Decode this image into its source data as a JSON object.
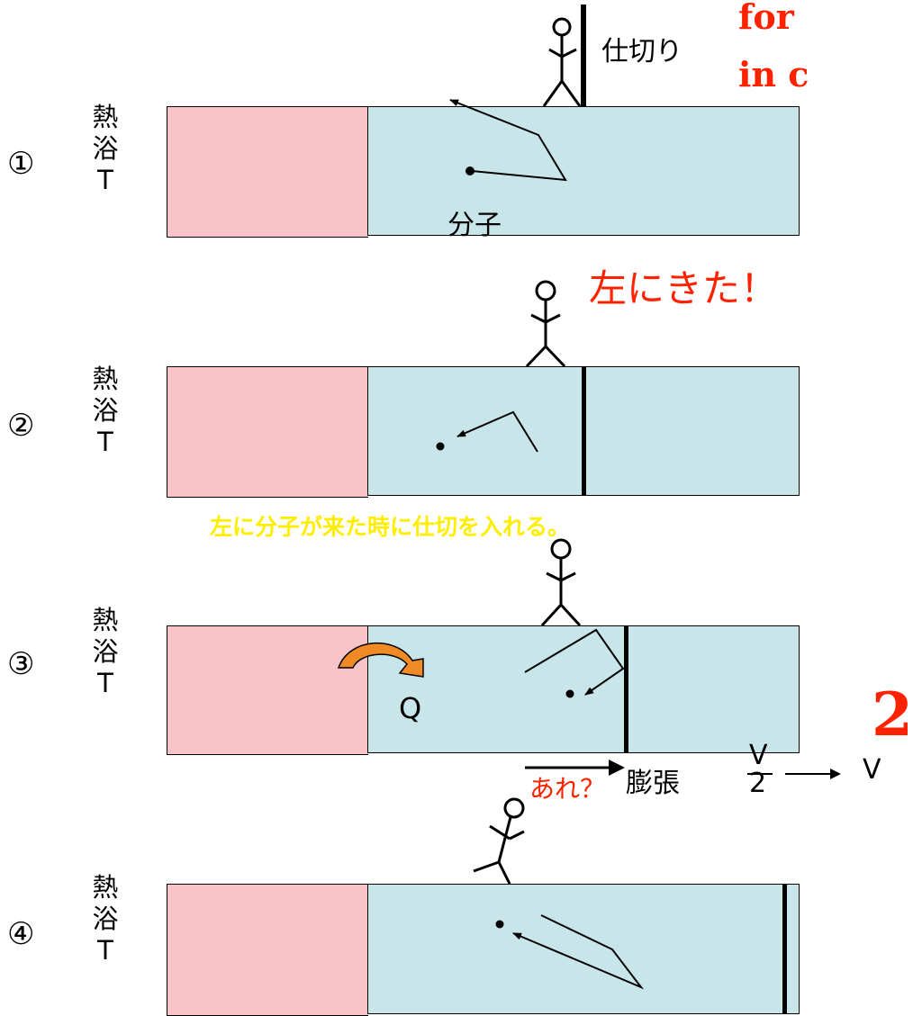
{
  "cutoff_top": {
    "line1": "for",
    "line2": "in c"
  },
  "cutoff_right": "2",
  "steps": [
    {
      "num": "①",
      "bath": [
        "熱",
        "浴",
        "T"
      ]
    },
    {
      "num": "②",
      "bath": [
        "熱",
        "浴",
        "T"
      ]
    },
    {
      "num": "③",
      "bath": [
        "熱",
        "浴",
        "T"
      ]
    },
    {
      "num": "④",
      "bath": [
        "熱",
        "浴",
        "T"
      ]
    }
  ],
  "labels": {
    "partition": "仕切り",
    "molecule": "分子",
    "came_left": "左にきた！",
    "instruction": "左に分子が来た時に仕切を入れる。",
    "heat": "Q",
    "expansion": "膨張",
    "volume_num": "V",
    "volume_den": "2",
    "volume_final": "V",
    "huh": "あれ？"
  },
  "colors": {
    "heat_bath": "#f9c4c8",
    "gas": "#c8e6ea",
    "red_text": "#ff2200",
    "yellow_text": "#ffee00",
    "arrow_orange": "#f08a24"
  }
}
